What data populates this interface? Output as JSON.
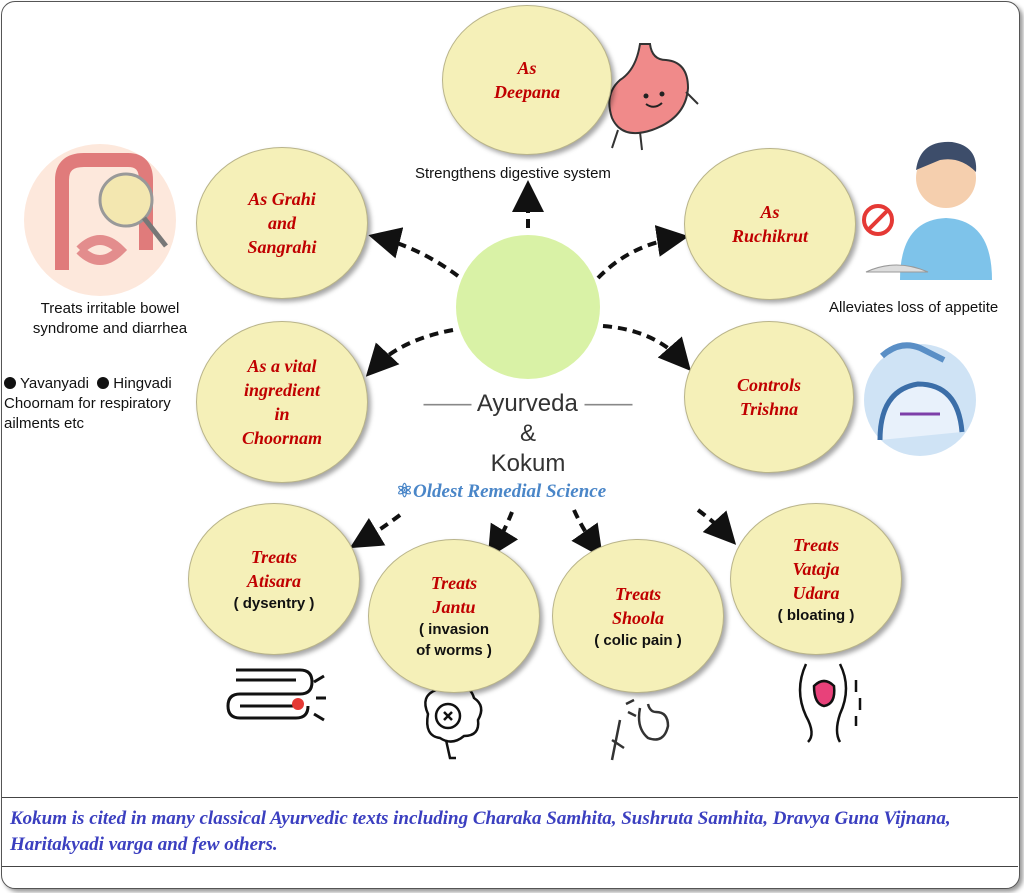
{
  "center": {
    "line1": "Ayurveda",
    "line2": "&",
    "line3": "Kokum",
    "tagline": "Oldest Remedial Science"
  },
  "bubbles": {
    "deepana": {
      "title": [
        "As",
        "Deepana"
      ],
      "caption": "Strengthens digestive system"
    },
    "grahi": {
      "title": [
        "As Grahi",
        "and",
        "Sangrahi"
      ],
      "caption": [
        "Treats irritable bowel",
        "syndrome and diarrhea"
      ]
    },
    "ruchikrut": {
      "title": [
        "As",
        "Ruchikrut"
      ],
      "caption": "Alleviates loss of appetite"
    },
    "choornam": {
      "title": [
        "As a vital",
        "ingredient",
        "in",
        "Choornam"
      ],
      "caption": {
        "item1": "Yavanyadi",
        "item2": "Hingvadi",
        "line2": "Choornam for respiratory",
        "line3": "ailments etc"
      }
    },
    "trishna": {
      "title": [
        "Controls",
        "Trishna"
      ]
    },
    "atisara": {
      "title": [
        "Treats",
        "Atisara"
      ],
      "sub": [
        "( dysentry )"
      ]
    },
    "jantu": {
      "title": [
        "Treats",
        "Jantu"
      ],
      "sub": [
        "( invasion",
        "of worms )"
      ]
    },
    "shoola": {
      "title": [
        "Treats",
        "Shoola"
      ],
      "sub": [
        "( colic pain )"
      ]
    },
    "vataja": {
      "title": [
        "Treats",
        "Vataja",
        "Udara"
      ],
      "sub": [
        "( bloating )"
      ]
    }
  },
  "footer": "Kokum is cited in many classical Ayurvedic texts including Charaka Samhita, Sushruta Samhita, Dravya Guna Vijnana, Haritakyadi varga and few others.",
  "colors": {
    "bubble": "#f5f0b8",
    "title": "#c00000",
    "center": "#d9f2a6",
    "tagline": "#4a86c8",
    "footer": "#3b3fc0"
  }
}
